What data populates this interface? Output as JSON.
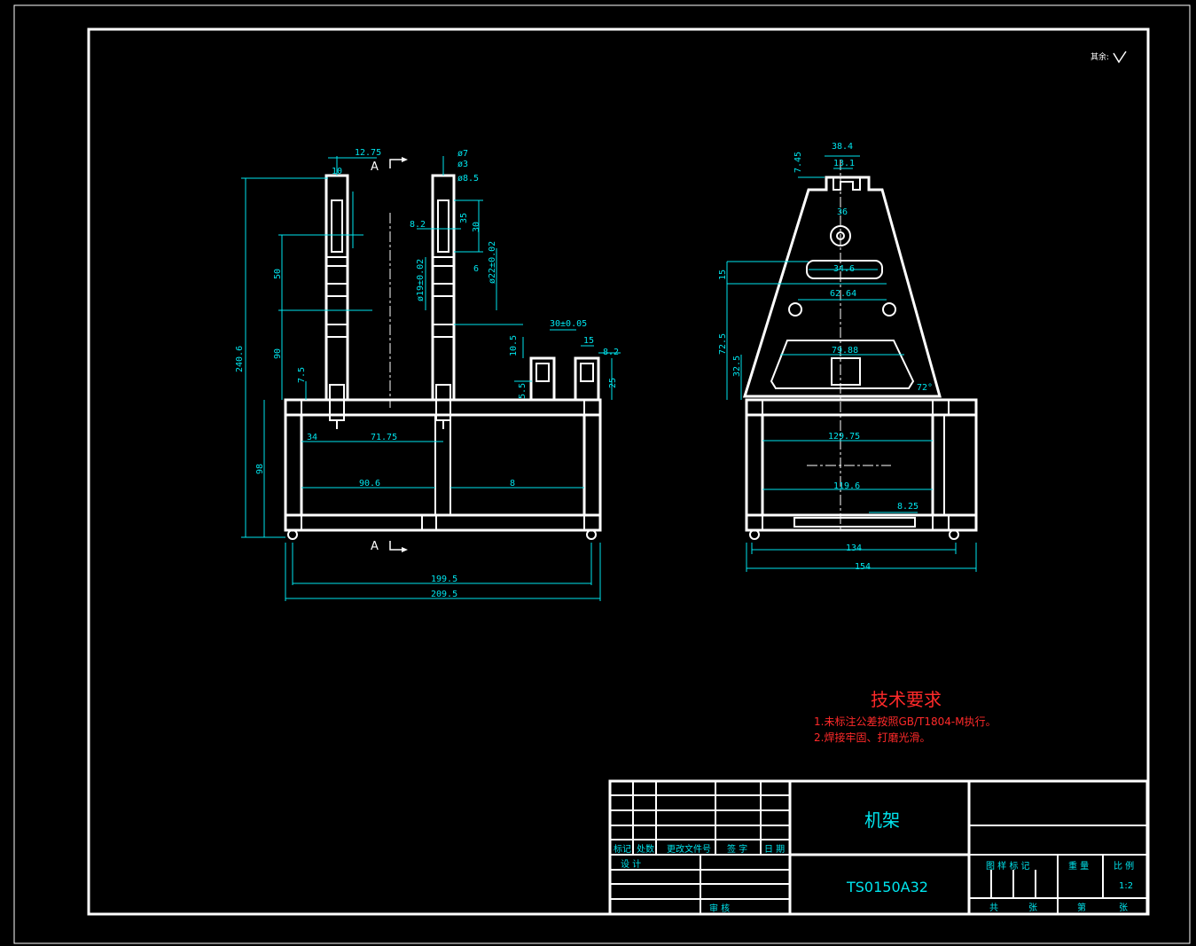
{
  "roughness_note": "其余:",
  "section_label": "A",
  "front_view_dims": {
    "d_12_75": "12.75",
    "d_10": "10",
    "d_7": "ø7",
    "d_3": "ø3",
    "d_5": "ø8.5",
    "d_240": "240.6",
    "d_50": "50",
    "d_90": "90",
    "d_7_5": "7.5",
    "d_98": "98",
    "d_34": "34",
    "d_71": "71.75",
    "d_90_6": "90.6",
    "d_8": "8",
    "d_199": "199.5",
    "d_209": "209.5",
    "d_19": "ø19±0.02",
    "d_22": "ø22±0.02",
    "d_8_2": "8.2",
    "d_35": "35",
    "d_30": "30",
    "d_6": "6",
    "d_30tol": "30±0.05",
    "d_15": "15",
    "d_10_5": "10.5",
    "d_8_2b": "8.2",
    "d_25": "25",
    "d_5_5": "5.5"
  },
  "side_view_dims": {
    "d_38_4": "38.4",
    "d_7_45": "7.45",
    "d_13_1": "13.1",
    "d_36": "36",
    "d_34_6": "34.6",
    "d_62": "62.64",
    "d_15": "15",
    "d_79": "79.88",
    "d_72": "72.5",
    "d_32": "32.5",
    "d_129": "129.75",
    "d_119": "119.6",
    "d_8_25": "8.25",
    "d_134": "134",
    "d_154": "154",
    "d_72deg": "72°"
  },
  "tech_requirements": {
    "title": "技术要求",
    "line1": "1.未标注公差按照GB/T1804-M执行。",
    "line2": "2.焊接牢固、打磨光滑。"
  },
  "title_block": {
    "part_name": "机架",
    "drawing_number": "TS0150A32",
    "col_mark": "标记",
    "col_qty": "处数",
    "col_doc": "更改文件号",
    "col_sign": "签 字",
    "col_date": "日 期",
    "design": "设 计",
    "review": "审 核",
    "stage_mark": "图 样 标 记",
    "weight": "重 量",
    "scale_label": "比 例",
    "scale_value": "1:2",
    "total": "共",
    "sheets": "张",
    "sheet_no": "第",
    "sheet_unit": "张"
  }
}
